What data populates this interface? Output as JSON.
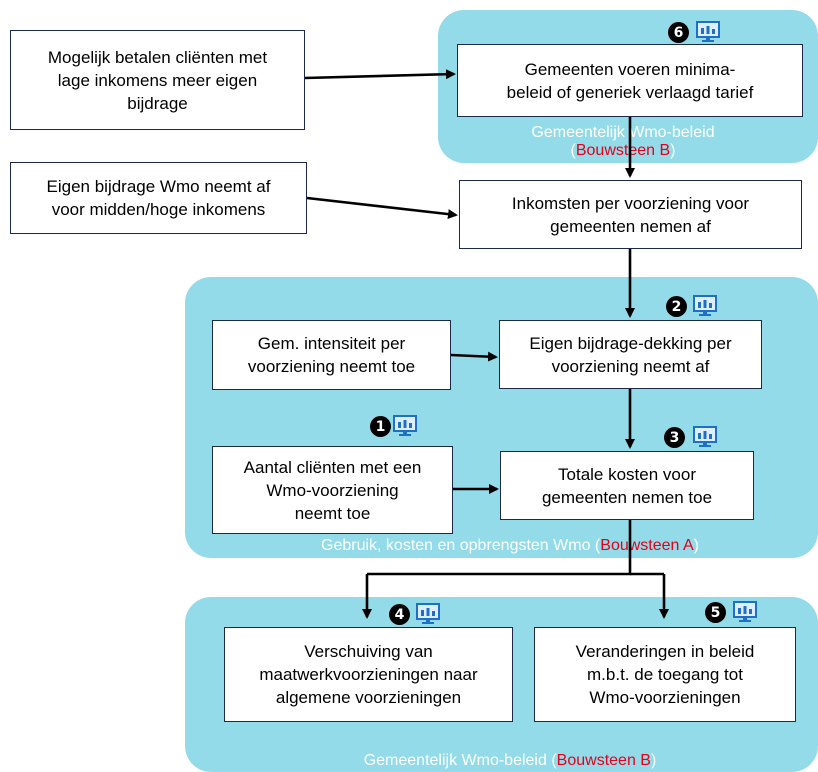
{
  "colors": {
    "region_fill": "#93dbe9",
    "region_label": "#ffffff",
    "bouwsteen_accent": "#e3001b",
    "box_border": "#1b2a4a",
    "monitor_icon": "#1f6fc7"
  },
  "regions": {
    "top": {
      "label_pre": "Gemeentelijk Wmo-beleid",
      "label_open": " (",
      "label_highlight": "Bouwsteen B",
      "label_close": ")"
    },
    "middle": {
      "label_pre": "Gebruik, kosten en opbrengsten Wmo",
      "label_open": " (",
      "label_highlight": "Bouwsteen A",
      "label_close": ")"
    },
    "bottom": {
      "label_pre": "Gemeentelijk Wmo-beleid",
      "label_open": " (",
      "label_highlight": "Bouwsteen B",
      "label_close": ")"
    }
  },
  "boxes": {
    "lage_inkomens": "Mogelijk betalen cliënten met\nlage inkomens meer eigen\nbijdrage",
    "minimabeleid": "Gemeenten voeren minima-\nbeleid of generiek verlaagd tarief",
    "eigen_bijdrage_afname": "Eigen bijdrage Wmo neemt af\nvoor midden/hoge inkomens",
    "inkomsten": "Inkomsten per voorziening voor\ngemeenten nemen af",
    "intensiteit": "Gem. intensiteit per\nvoorziening neemt toe",
    "dekking": "Eigen bijdrage-dekking per\nvoorziening neemt af",
    "aantal_clienten": "Aantal cliënten met een\nWmo-voorziening\nneemt toe",
    "totale_kosten": "Totale kosten voor\ngemeenten nemen toe",
    "verschuiving": "Verschuiving van\nmaatwerkvoorzieningen naar\nalgemene voorzieningen",
    "veranderingen": "Veranderingen in beleid\nm.b.t. de toegang tot\nWmo-voorzieningen"
  },
  "badges": {
    "b1": "1",
    "b2": "2",
    "b3": "3",
    "b4": "4",
    "b5": "5",
    "b6": "6"
  },
  "icons": {
    "monitor": "monitor-chart-icon"
  }
}
